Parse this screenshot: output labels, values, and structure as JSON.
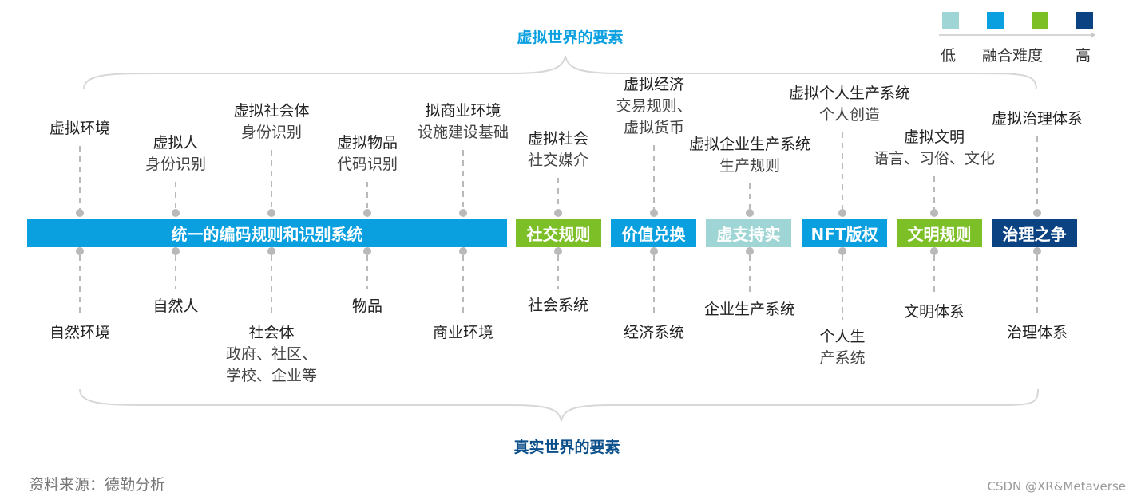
{
  "titles": {
    "top": "虚拟世界的要素",
    "bottom": "真实世界的要素"
  },
  "legend": {
    "colors": [
      "#9fd6d5",
      "#0a9fdf",
      "#7cbf26",
      "#0b4382"
    ],
    "low": "低",
    "middle": "融合难度",
    "high": "高"
  },
  "bars": [
    {
      "label": "统一的编码规则和识别系统",
      "color": "#0a9fdf"
    },
    {
      "label": "社交规则",
      "color": "#7cbf26"
    },
    {
      "label": "价值兑换",
      "color": "#0a9fdf"
    },
    {
      "label": "虚支持实",
      "color": "#9fd6d5"
    },
    {
      "label": "NFT版权",
      "color": "#0a9fdf"
    },
    {
      "label": "文明规则",
      "color": "#7cbf26"
    },
    {
      "label": "治理之争",
      "color": "#0b4382"
    }
  ],
  "virtual": [
    {
      "main": "虚拟环境",
      "sub": []
    },
    {
      "main": "虚拟人",
      "sub": [
        "身份识别"
      ]
    },
    {
      "main": "虚拟社会体",
      "sub": [
        "身份识别"
      ]
    },
    {
      "main": "虚拟物品",
      "sub": [
        "代码识别"
      ]
    },
    {
      "main": "拟商业环境",
      "sub": [
        "设施建设基础"
      ]
    },
    {
      "main": "虚拟社会",
      "sub": [
        "社交媒介"
      ]
    },
    {
      "main": "虚拟经济",
      "sub": [
        "交易规则、",
        "虚拟货币"
      ]
    },
    {
      "main": "虚拟企业生产系统",
      "sub": [
        "生产规则"
      ]
    },
    {
      "main": "虚拟个人生产系统",
      "sub": [
        "个人创造"
      ]
    },
    {
      "main": "虚拟文明",
      "sub": [
        "语言、习俗、文化"
      ]
    },
    {
      "main": "虚拟治理体系",
      "sub": []
    }
  ],
  "real": [
    {
      "lines": [
        "自然环境"
      ]
    },
    {
      "lines": [
        "自然人"
      ]
    },
    {
      "lines": [
        "社会体",
        "政府、社区、",
        "学校、企业等"
      ]
    },
    {
      "lines": [
        "物品"
      ]
    },
    {
      "lines": [
        "商业环境"
      ]
    },
    {
      "lines": [
        "社会系统"
      ]
    },
    {
      "lines": [
        "经济系统"
      ]
    },
    {
      "lines": [
        "企业生产系统"
      ]
    },
    {
      "lines": [
        "个人生",
        "产系统"
      ]
    },
    {
      "lines": [
        "文明体系"
      ]
    },
    {
      "lines": [
        "治理体系"
      ]
    }
  ],
  "source": "资料来源：德勤分析",
  "watermark": "CSDN @XR&Metaverse"
}
